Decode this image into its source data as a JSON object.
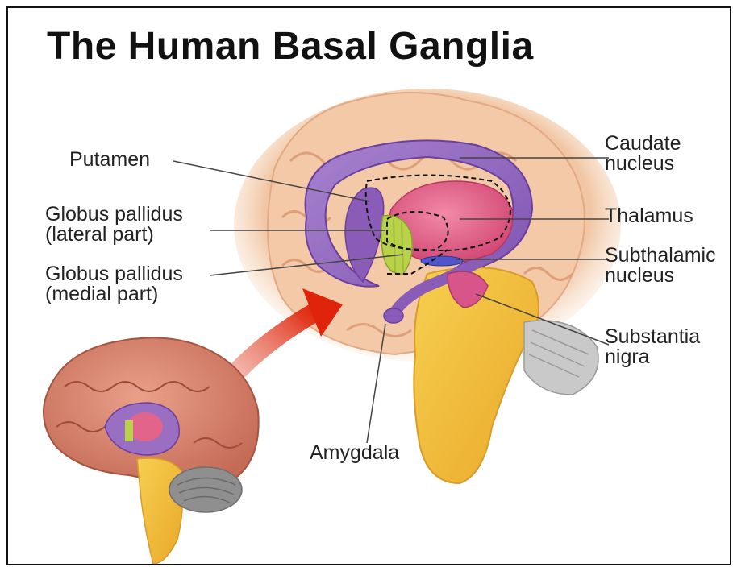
{
  "title": "The Human Basal Ganglia",
  "labels": {
    "putamen": "Putamen",
    "globus_pallidus_lateral_1": "Globus pallidus",
    "globus_pallidus_lateral_2": "(lateral part)",
    "globus_pallidus_medial_1": "Globus pallidus",
    "globus_pallidus_medial_2": "(medial part)",
    "caudate_1": "Caudate",
    "caudate_2": "nucleus",
    "thalamus": "Thalamus",
    "subthalamic_1": "Subthalamic",
    "subthalamic_2": "nucleus",
    "substantia_1": "Substantia",
    "substantia_2": "nigra",
    "amygdala": "Amygdala"
  },
  "colors": {
    "caudate": "#9a6fc2",
    "putamen": "#8a5cb8",
    "thalamus": "#e3648b",
    "globus_pallidus": "#b9d24a",
    "brainstem": "#f2c03b",
    "cortex": "#f1c8a6",
    "whole_brain": "#d9826e",
    "cerebellum": "#8f8f8f",
    "arrow": "#e03a1e"
  }
}
